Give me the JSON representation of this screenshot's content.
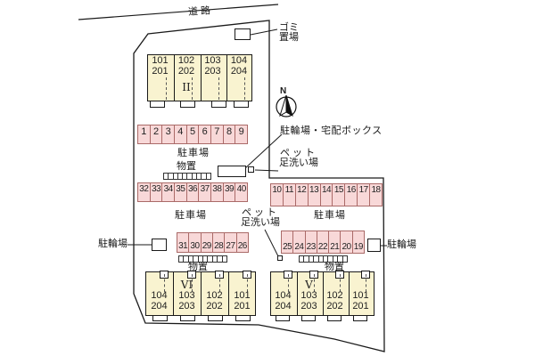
{
  "colors": {
    "parking_fill": "#f8d8d8",
    "parking_border": "#aa6a68",
    "building_fill": "#f9f3d0",
    "line": "#1a1a1a"
  },
  "road": {
    "label": "道路"
  },
  "garbage": {
    "line1": "ゴミ",
    "line2": "置場"
  },
  "compass": {
    "label": "N"
  },
  "legend": {
    "bike_delivery": "駐輪場・宅配ボックス",
    "pet_upper_line1": "ペット",
    "pet_upper_line2": "足洗い場",
    "pet_mid_line1": "ペット",
    "pet_mid_line2": "足洗い場",
    "bike_left": "駐輪場",
    "bike_right": "駐輪場",
    "parking_top": "駐車場",
    "parking_mid_left": "駐車場",
    "parking_mid_right": "駐車場",
    "storage_top": "物置",
    "storage_mid_left": "物置",
    "storage_mid_right": "物置"
  },
  "buildings": {
    "top": {
      "roman": "II",
      "units": [
        [
          "101",
          "201"
        ],
        [
          "102",
          "202"
        ],
        [
          "103",
          "203"
        ],
        [
          "104",
          "204"
        ]
      ]
    },
    "bottom_left": {
      "roman": "VI",
      "units": [
        [
          "104",
          "204"
        ],
        [
          "103",
          "203"
        ],
        [
          "102",
          "202"
        ],
        [
          "101",
          "201"
        ]
      ]
    },
    "bottom_right": {
      "roman": "V",
      "units": [
        [
          "104",
          "204"
        ],
        [
          "103",
          "203"
        ],
        [
          "102",
          "202"
        ],
        [
          "101",
          "201"
        ]
      ]
    }
  },
  "parking": {
    "row_top": [
      "1",
      "2",
      "3",
      "4",
      "5",
      "6",
      "7",
      "8",
      "9"
    ],
    "row_upper_mid": [
      "32",
      "33",
      "34",
      "35",
      "36",
      "37",
      "38",
      "39",
      "40"
    ],
    "row_right": [
      "10",
      "11",
      "12",
      "13",
      "14",
      "15",
      "16",
      "17",
      "18"
    ],
    "row_lower_left": [
      "31",
      "30",
      "29",
      "28",
      "27",
      "26"
    ],
    "row_lower_right": [
      "25",
      "24",
      "23",
      "22",
      "21",
      "20",
      "19"
    ]
  }
}
